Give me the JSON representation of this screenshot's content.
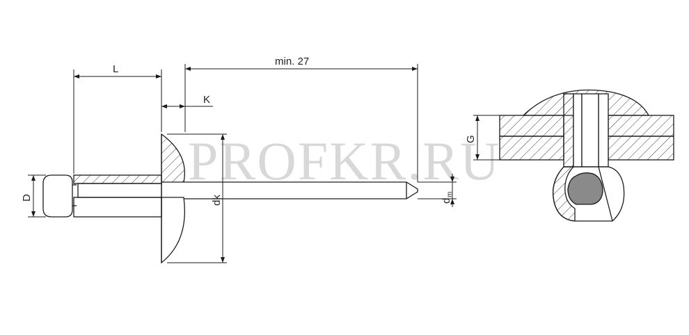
{
  "watermark": "PROFKR.RU",
  "dimensions": {
    "L": "L",
    "K": "K",
    "min": "min. 27",
    "D": "D",
    "dk": "dk",
    "dm_base": "d",
    "dm_sub": "m",
    "G": "G"
  },
  "colors": {
    "line": "#1a1a1a",
    "hatch": "#3a3a3a",
    "fill_shadow": "#8a8a8a",
    "watermark": "#d8d8d8"
  }
}
